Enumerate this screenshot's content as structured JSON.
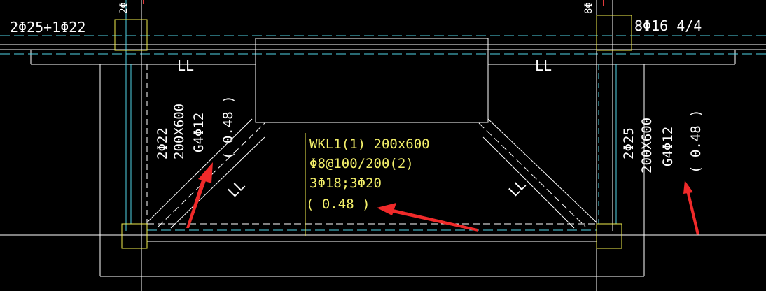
{
  "colors": {
    "background": "#000000",
    "line_white": "#ffffff",
    "line_cyan": "#4fd3e6",
    "text_yellow": "#f4f06a",
    "column_yellow": "#f2ee4c",
    "arrow_red": "#f02a2a",
    "axis_red": "#e23a3a"
  },
  "labels": {
    "top_left_rebar": "2Φ25+1Φ22",
    "top_right_rebar": "8Φ16 4/4",
    "ll_top_left": "LL",
    "ll_top_right": "LL",
    "ll_diag_left": "LL",
    "ll_diag_right": "LL",
    "left_beam_top": "2Φ22",
    "left_beam_size": "200X600",
    "left_beam_stirrup": "G4Φ12",
    "left_beam_value": "( 0.48 )",
    "right_beam_top": "2Φ25",
    "right_beam_size": "200X600",
    "right_beam_stirrup": "G4Φ12",
    "right_beam_value": "( 0.48 )",
    "tiny_left_top": "2Φ",
    "tiny_right_top": "8Φ"
  },
  "beam_annotation": {
    "name": "WKL1(1) 200x600",
    "stirrup": "Φ8@100/200(2)",
    "rebar": "3Φ18;3Φ20",
    "elevation": "( 0.48 )"
  },
  "icons": {
    "arrow": "red-pointer-arrow"
  }
}
